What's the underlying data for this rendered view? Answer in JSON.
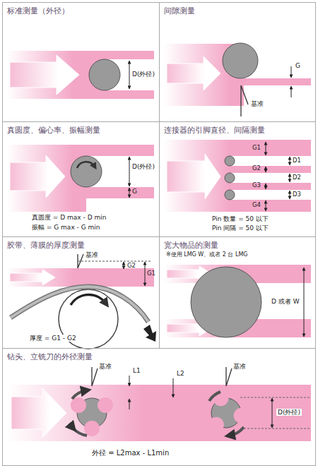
{
  "diagram": {
    "nodes": [
      {
        "text": [
          "标准测量（外径）"
        ]
      },
      {
        "text": [
          "间隙测量"
        ]
      },
      {
        "text": [
          "真圆度、偏心率、振幅测量"
        ]
      },
      {
        "text": [
          "连接器的引脚直径、间隔测量"
        ]
      },
      {
        "text": [
          "胶带、薄膜的厚度测量"
        ]
      },
      {
        "text": [
          "宽大物品的测量"
        ]
      },
      {
        "text": [
          "钻头、立铣刀的外径测量"
        ]
      }
    ],
    "labels": [
      "D(外径)",
      "G",
      "基准",
      "D(外径)",
      "G",
      "真圆度 = D max - D min",
      "振幅 = G max - G min",
      "G1",
      "G2",
      "G3",
      "G4",
      "D1",
      "D2",
      "D3",
      "Pin 数量 = 50 以下",
      "Pin 间隔 = 50 以下",
      "基准",
      "G2",
      "G1",
      "厚度 = G1 - G2",
      "※使用 LMG W、或者 2 台 LMG",
      "D 或者 W",
      "基准",
      "L1",
      "L2",
      "基准",
      "D(外径)",
      "外径 = L2max - L1min"
    ]
  }
}
